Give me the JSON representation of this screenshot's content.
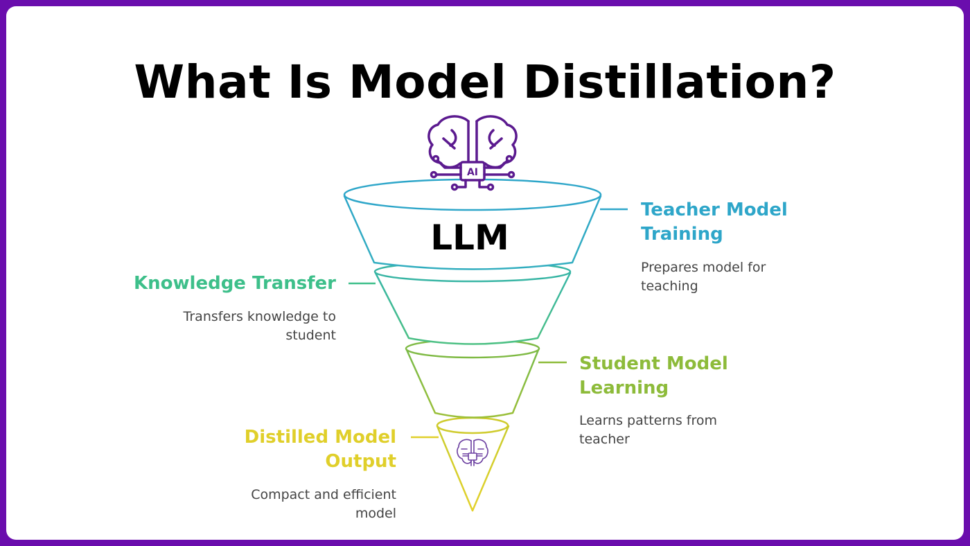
{
  "title": "What Is Model Distillation?",
  "center_label": "LLM",
  "stages": [
    {
      "id": "teacher",
      "title_line1": "Teacher Model",
      "title_line2": "Training",
      "desc_line1": "Prepares model for",
      "desc_line2": "teaching",
      "color": "#2ea6c9"
    },
    {
      "id": "transfer",
      "title_line1": "Knowledge Transfer",
      "title_line2": "",
      "desc_line1": "Transfers knowledge to",
      "desc_line2": "student",
      "color": "#3dbf8a"
    },
    {
      "id": "student",
      "title_line1": "Student Model",
      "title_line2": "Learning",
      "desc_line1": "Learns patterns from",
      "desc_line2": "teacher",
      "color": "#8dbb3a"
    },
    {
      "id": "distilled",
      "title_line1": "Distilled Model",
      "title_line2": "Output",
      "desc_line1": "Compact and efficient",
      "desc_line2": "model",
      "color": "#e0cf2a"
    }
  ],
  "icons": {
    "top": "brain-ai-chip-icon",
    "bottom": "small-brain-chip-icon"
  },
  "colors": {
    "border": "#6a0dad",
    "icon": "#5b1a8f"
  }
}
